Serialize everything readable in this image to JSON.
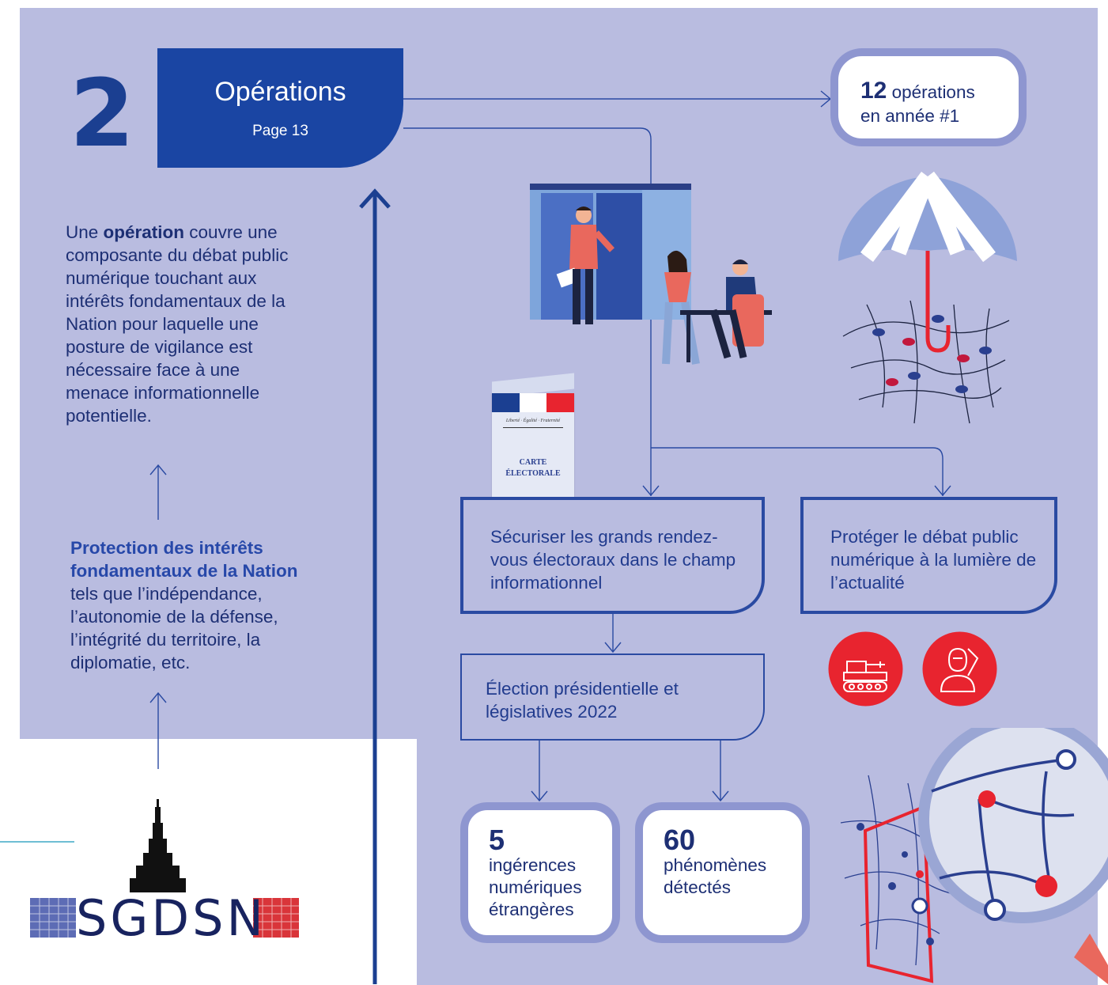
{
  "section": {
    "number": "2",
    "title": "Opérations",
    "page": "Page 13"
  },
  "top_stat": {
    "number": "12",
    "text_line1": "opérations",
    "text_line2": "en année #1"
  },
  "definition": {
    "prefix": "Une ",
    "bold": "opération",
    "text": " couvre une composante du débat public numérique touchant aux intérêts fondamentaux de la Nation pour laquelle une posture de vigilance est nécessaire face à une menace informationnelle potentielle."
  },
  "protection": {
    "bold": "Protection des intérêts fondamentaux de la Nation",
    "text": " tels que l’indépendance, l’autonomie de la défense, l’intégrité du territoire, la diplomatie, etc."
  },
  "card": {
    "line1": "Liberté · Égalité · Fraternité",
    "line2": "CARTE",
    "line3": "ÉLECTORALE"
  },
  "box_secure": "Sécuriser les grands rendez-vous électoraux dans le champ informationnel",
  "box_protect": "Protéger le débat public numérique à la lumière de l’actualité",
  "box_election": "Élection présidentielle et législatives 2022",
  "stat_ingerences": {
    "number": "5",
    "text": "ingérences numériques étrangères"
  },
  "stat_phenomenes": {
    "number": "60",
    "text": "phénomènes détectés"
  },
  "logo": {
    "text": "SGDSN"
  },
  "colors": {
    "panel": "#b9bce0",
    "dark_blue": "#1a45a3",
    "accent_red": "#e8242f"
  },
  "icons": [
    "voting-booth-illustration",
    "umbrella-network-illustration",
    "tank-icon",
    "armed-person-icon",
    "magnifier-network-illustration",
    "sgdsn-logo"
  ]
}
